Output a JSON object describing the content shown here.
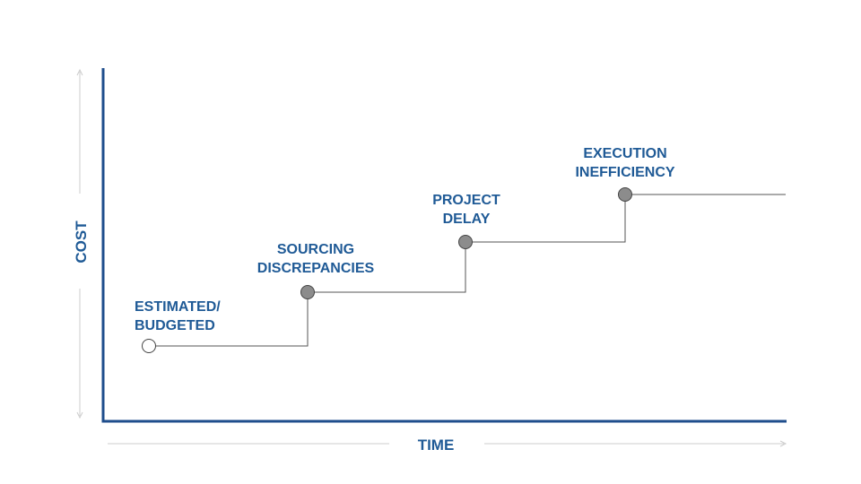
{
  "axes": {
    "y_label": "COST",
    "x_label": "TIME"
  },
  "steps": [
    {
      "lines": [
        "ESTIMATED/",
        "BUDGETED"
      ],
      "marker": "hollow"
    },
    {
      "lines": [
        "SOURCING",
        "DISCREPANCIES"
      ],
      "marker": "filled"
    },
    {
      "lines": [
        "PROJECT",
        "DELAY"
      ],
      "marker": "filled"
    },
    {
      "lines": [
        "EXECUTION",
        "INEFFICIENCY"
      ],
      "marker": "filled"
    }
  ],
  "colors": {
    "accent": "#1f5a96",
    "step_line": "#555555",
    "marker_fill": "#8c8c8c",
    "arrow": "#cccccc"
  }
}
